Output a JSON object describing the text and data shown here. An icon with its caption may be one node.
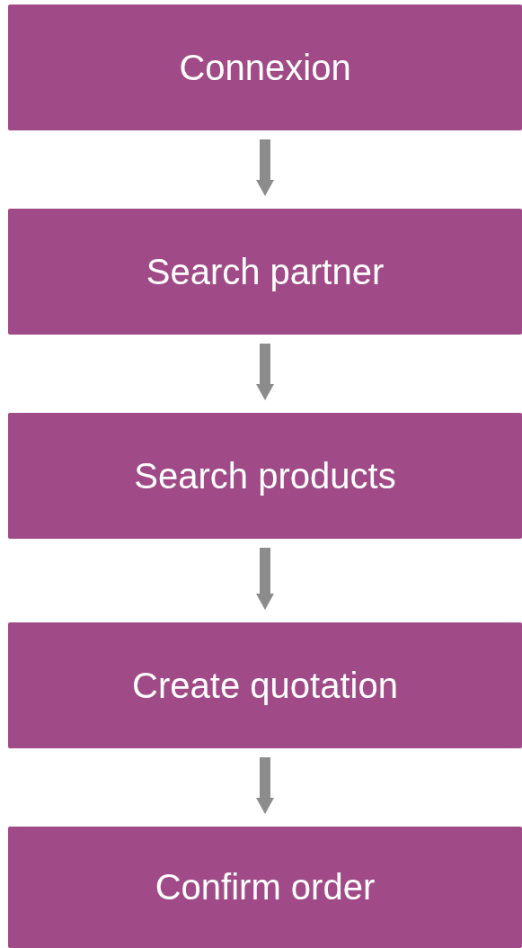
{
  "diagram": {
    "nodes": [
      {
        "text": [
          "Connexion"
        ]
      },
      {
        "text": [
          "Search partner"
        ]
      },
      {
        "text": [
          "Search products"
        ]
      },
      {
        "text": [
          "Create quotation"
        ]
      },
      {
        "text": [
          "Confirm order"
        ]
      }
    ],
    "edges": [
      {
        "from": 0,
        "to": 1,
        "arrow": "to"
      },
      {
        "from": 1,
        "to": 2,
        "arrow": "to"
      },
      {
        "from": 2,
        "to": 3,
        "arrow": "to"
      },
      {
        "from": 3,
        "to": 4,
        "arrow": "to"
      }
    ]
  }
}
